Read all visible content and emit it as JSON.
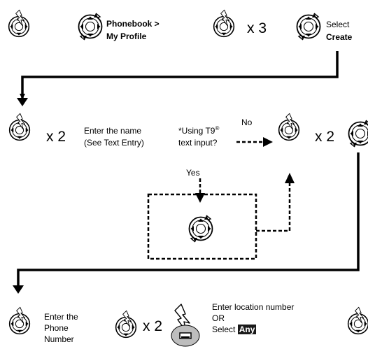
{
  "row1": {
    "step2_line1": "Phonebook >",
    "step2_line2": "My Profile",
    "step3_mult": "x 3",
    "step4_line1": "Select",
    "step4_line2": "Create"
  },
  "row2": {
    "step1_mult": "x 2",
    "name_line1": "Enter the name",
    "name_line2": "(See Text Entry)",
    "question_prefix": "*Using T9",
    "question_mark": "®",
    "question_line2": "text input?",
    "no_label": "No",
    "yes_label": "Yes",
    "step_mult": "x 2"
  },
  "row3": {
    "phone_line1": "Enter the",
    "phone_line2": "Phone",
    "phone_line3": "Number",
    "step_mult": "x 2",
    "loc_line1": "Enter location number",
    "loc_line2": "OR",
    "loc_line3_prefix": "Select",
    "loc_line3_key": "Any"
  }
}
